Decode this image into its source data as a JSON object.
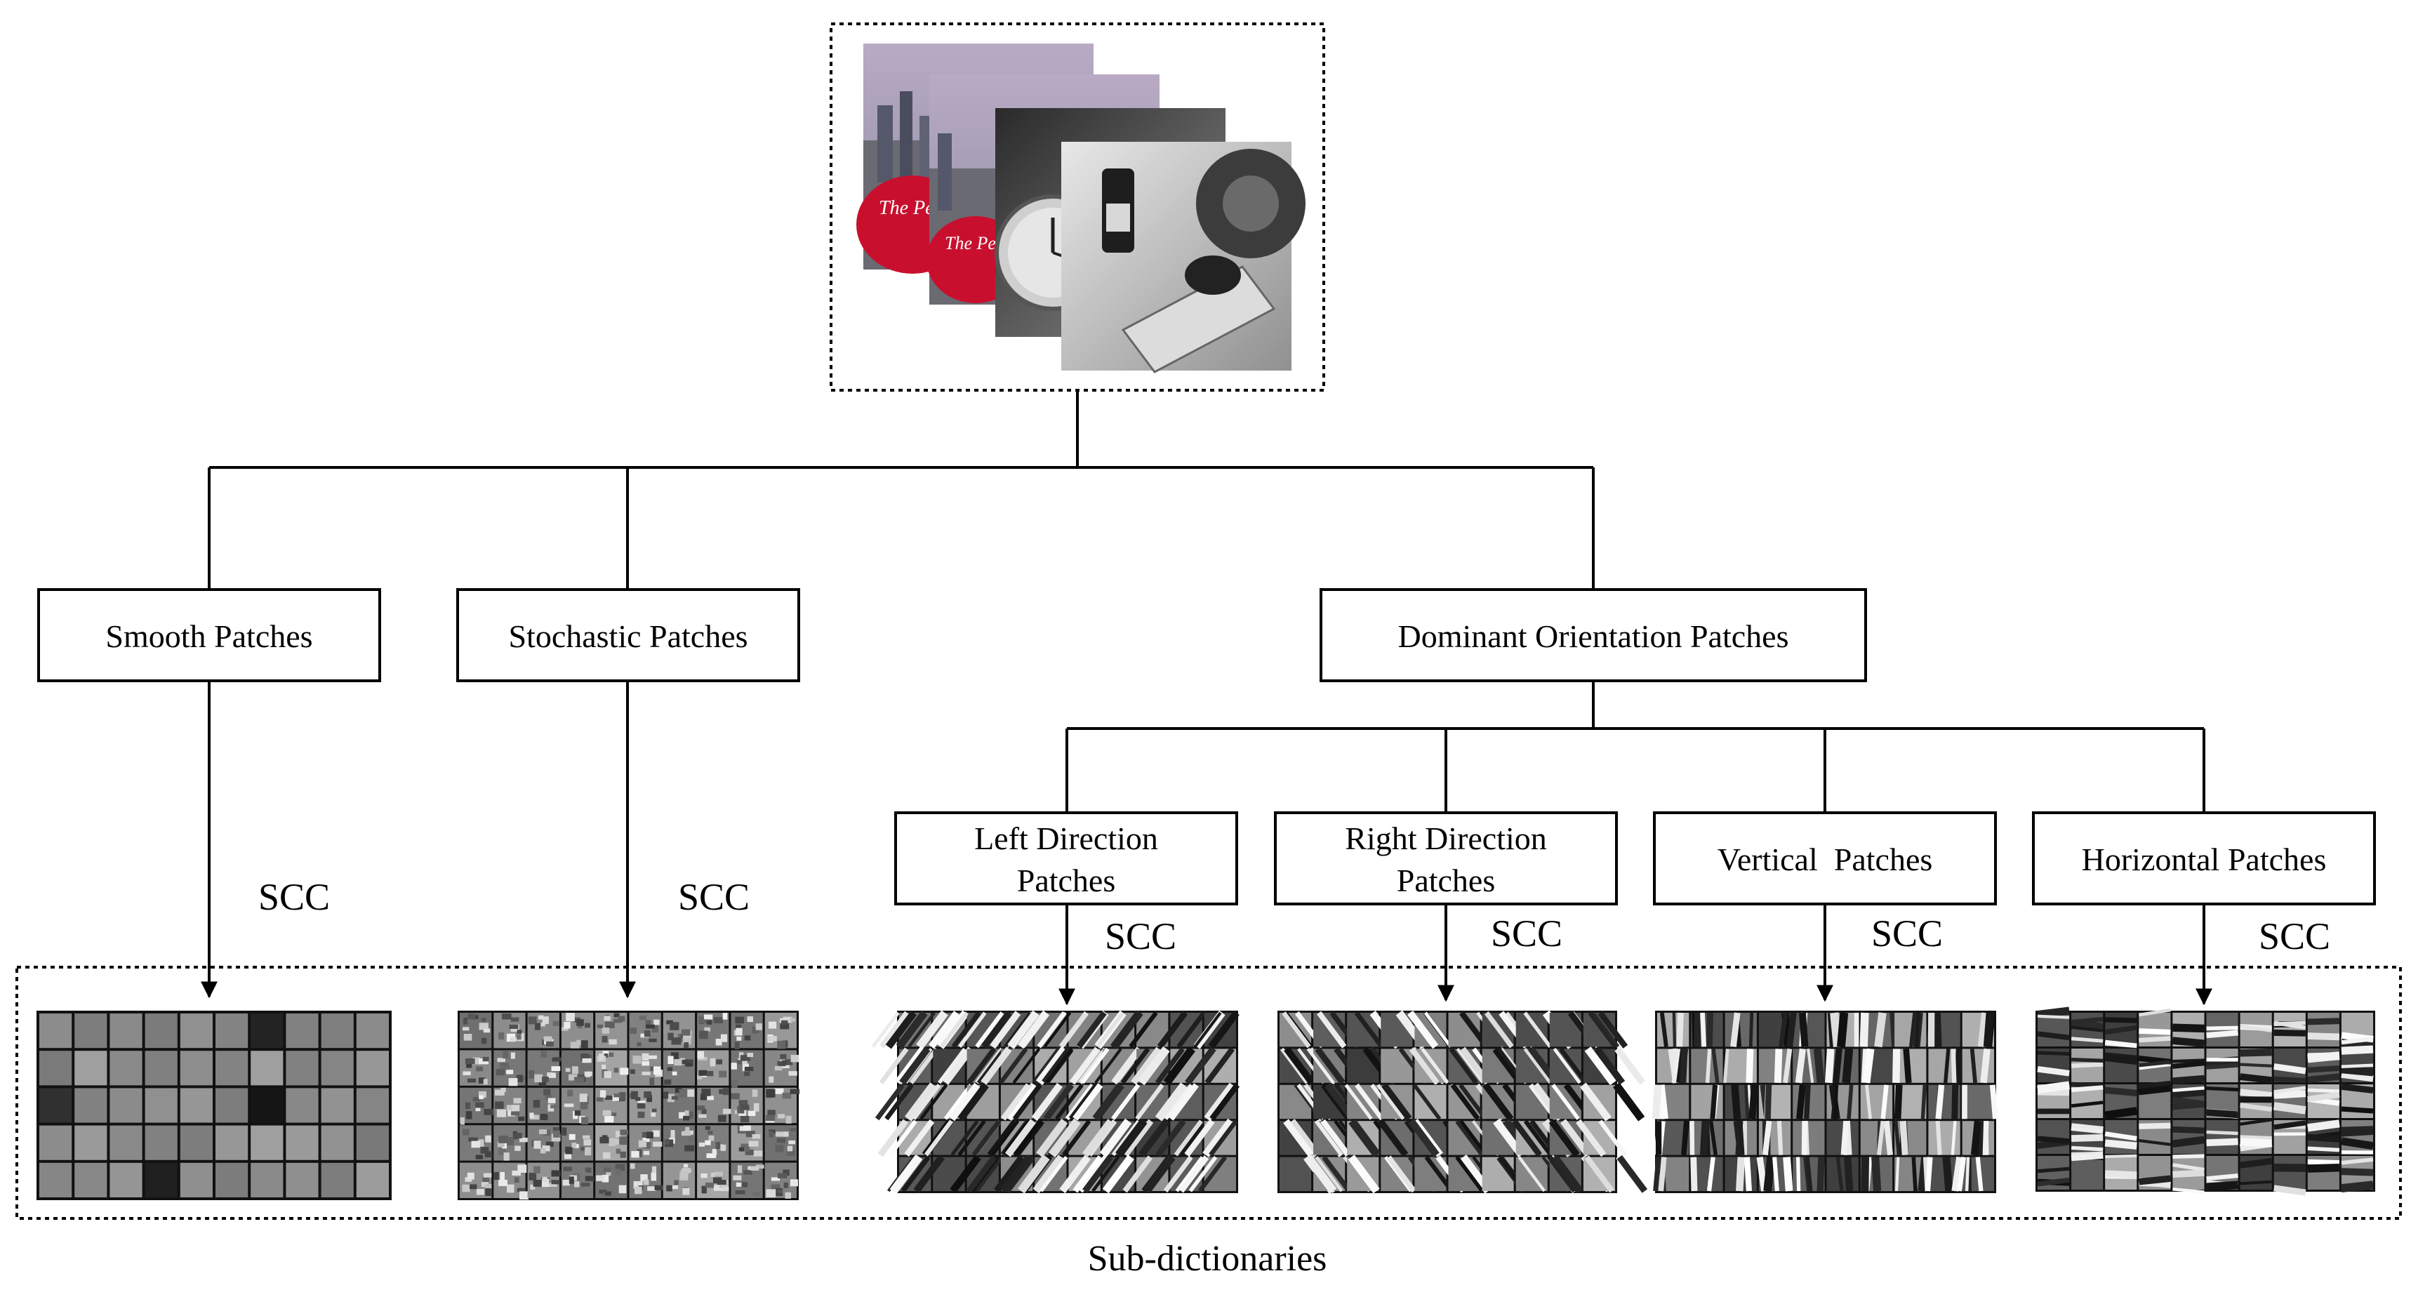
{
  "nodes": {
    "smooth": "Smooth Patches",
    "stochastic": "Stochastic Patches",
    "dominant": "Dominant Orientation Patches",
    "left_line1": "Left Direction",
    "left_line2": "Patches",
    "right_line1": "Right Direction",
    "right_line2": "Patches",
    "vertical": "Vertical  Patches",
    "horizontal": "Horizontal Patches"
  },
  "scc_label": "SCC",
  "sub_dictionaries_caption": "Sub-dictionaries",
  "input_image_stack": {
    "images": [
      "city-photo",
      "city-photo",
      "clock-photo",
      "still-life-photo"
    ],
    "visible_text": "The Pe"
  },
  "dictionary_grids": [
    {
      "name": "smooth",
      "style": "smooth",
      "cols": 10,
      "rows": 5
    },
    {
      "name": "stochastic",
      "style": "stochastic",
      "cols": 10,
      "rows": 5
    },
    {
      "name": "left-direction",
      "style": "left",
      "cols": 10,
      "rows": 5
    },
    {
      "name": "right-direction",
      "style": "right",
      "cols": 10,
      "rows": 5
    },
    {
      "name": "vertical",
      "style": "vertical",
      "cols": 10,
      "rows": 5
    },
    {
      "name": "horizontal",
      "style": "horizontal",
      "cols": 10,
      "rows": 5
    }
  ]
}
